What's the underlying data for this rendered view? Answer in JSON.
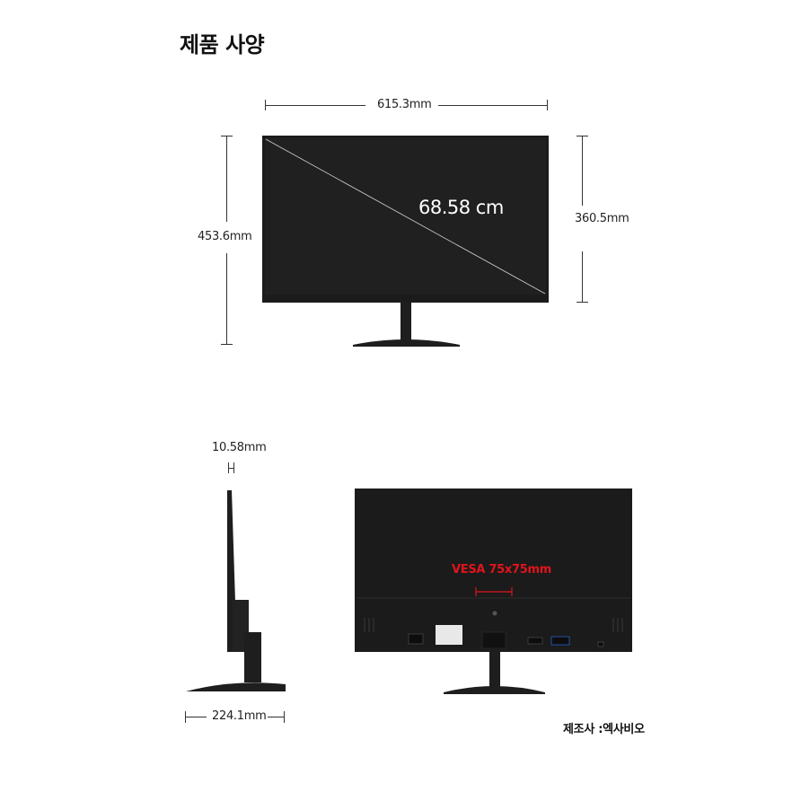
{
  "page": {
    "title": "제품 사양",
    "manufacturer": "제조사 :엑사비오"
  },
  "dimensions": {
    "width": "615.3mm",
    "total_height": "453.6mm",
    "screen_height": "360.5mm",
    "diagonal": "68.58 cm",
    "thickness": "10.58mm",
    "stand_depth": "224.1mm",
    "vesa": "VESA 75x75mm"
  },
  "colors": {
    "monitor_body": "#1b1b1b",
    "monitor_screen": "#222222",
    "vesa_accent": "#e0141c"
  }
}
